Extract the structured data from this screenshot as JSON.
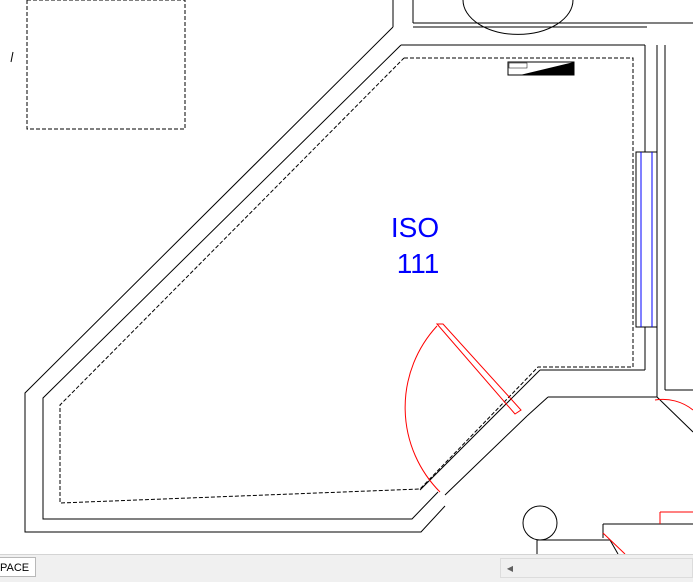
{
  "drawing": {
    "room": {
      "name": "ISO",
      "number": "111"
    },
    "colors": {
      "room_text": "#0000ff",
      "lines": "#000000",
      "door_swing": "#ff0000",
      "window": "#0000ff"
    }
  },
  "status_bar": {
    "layout_tab_label": "PACE",
    "scroll_left_icon": "triangle-left-icon"
  }
}
